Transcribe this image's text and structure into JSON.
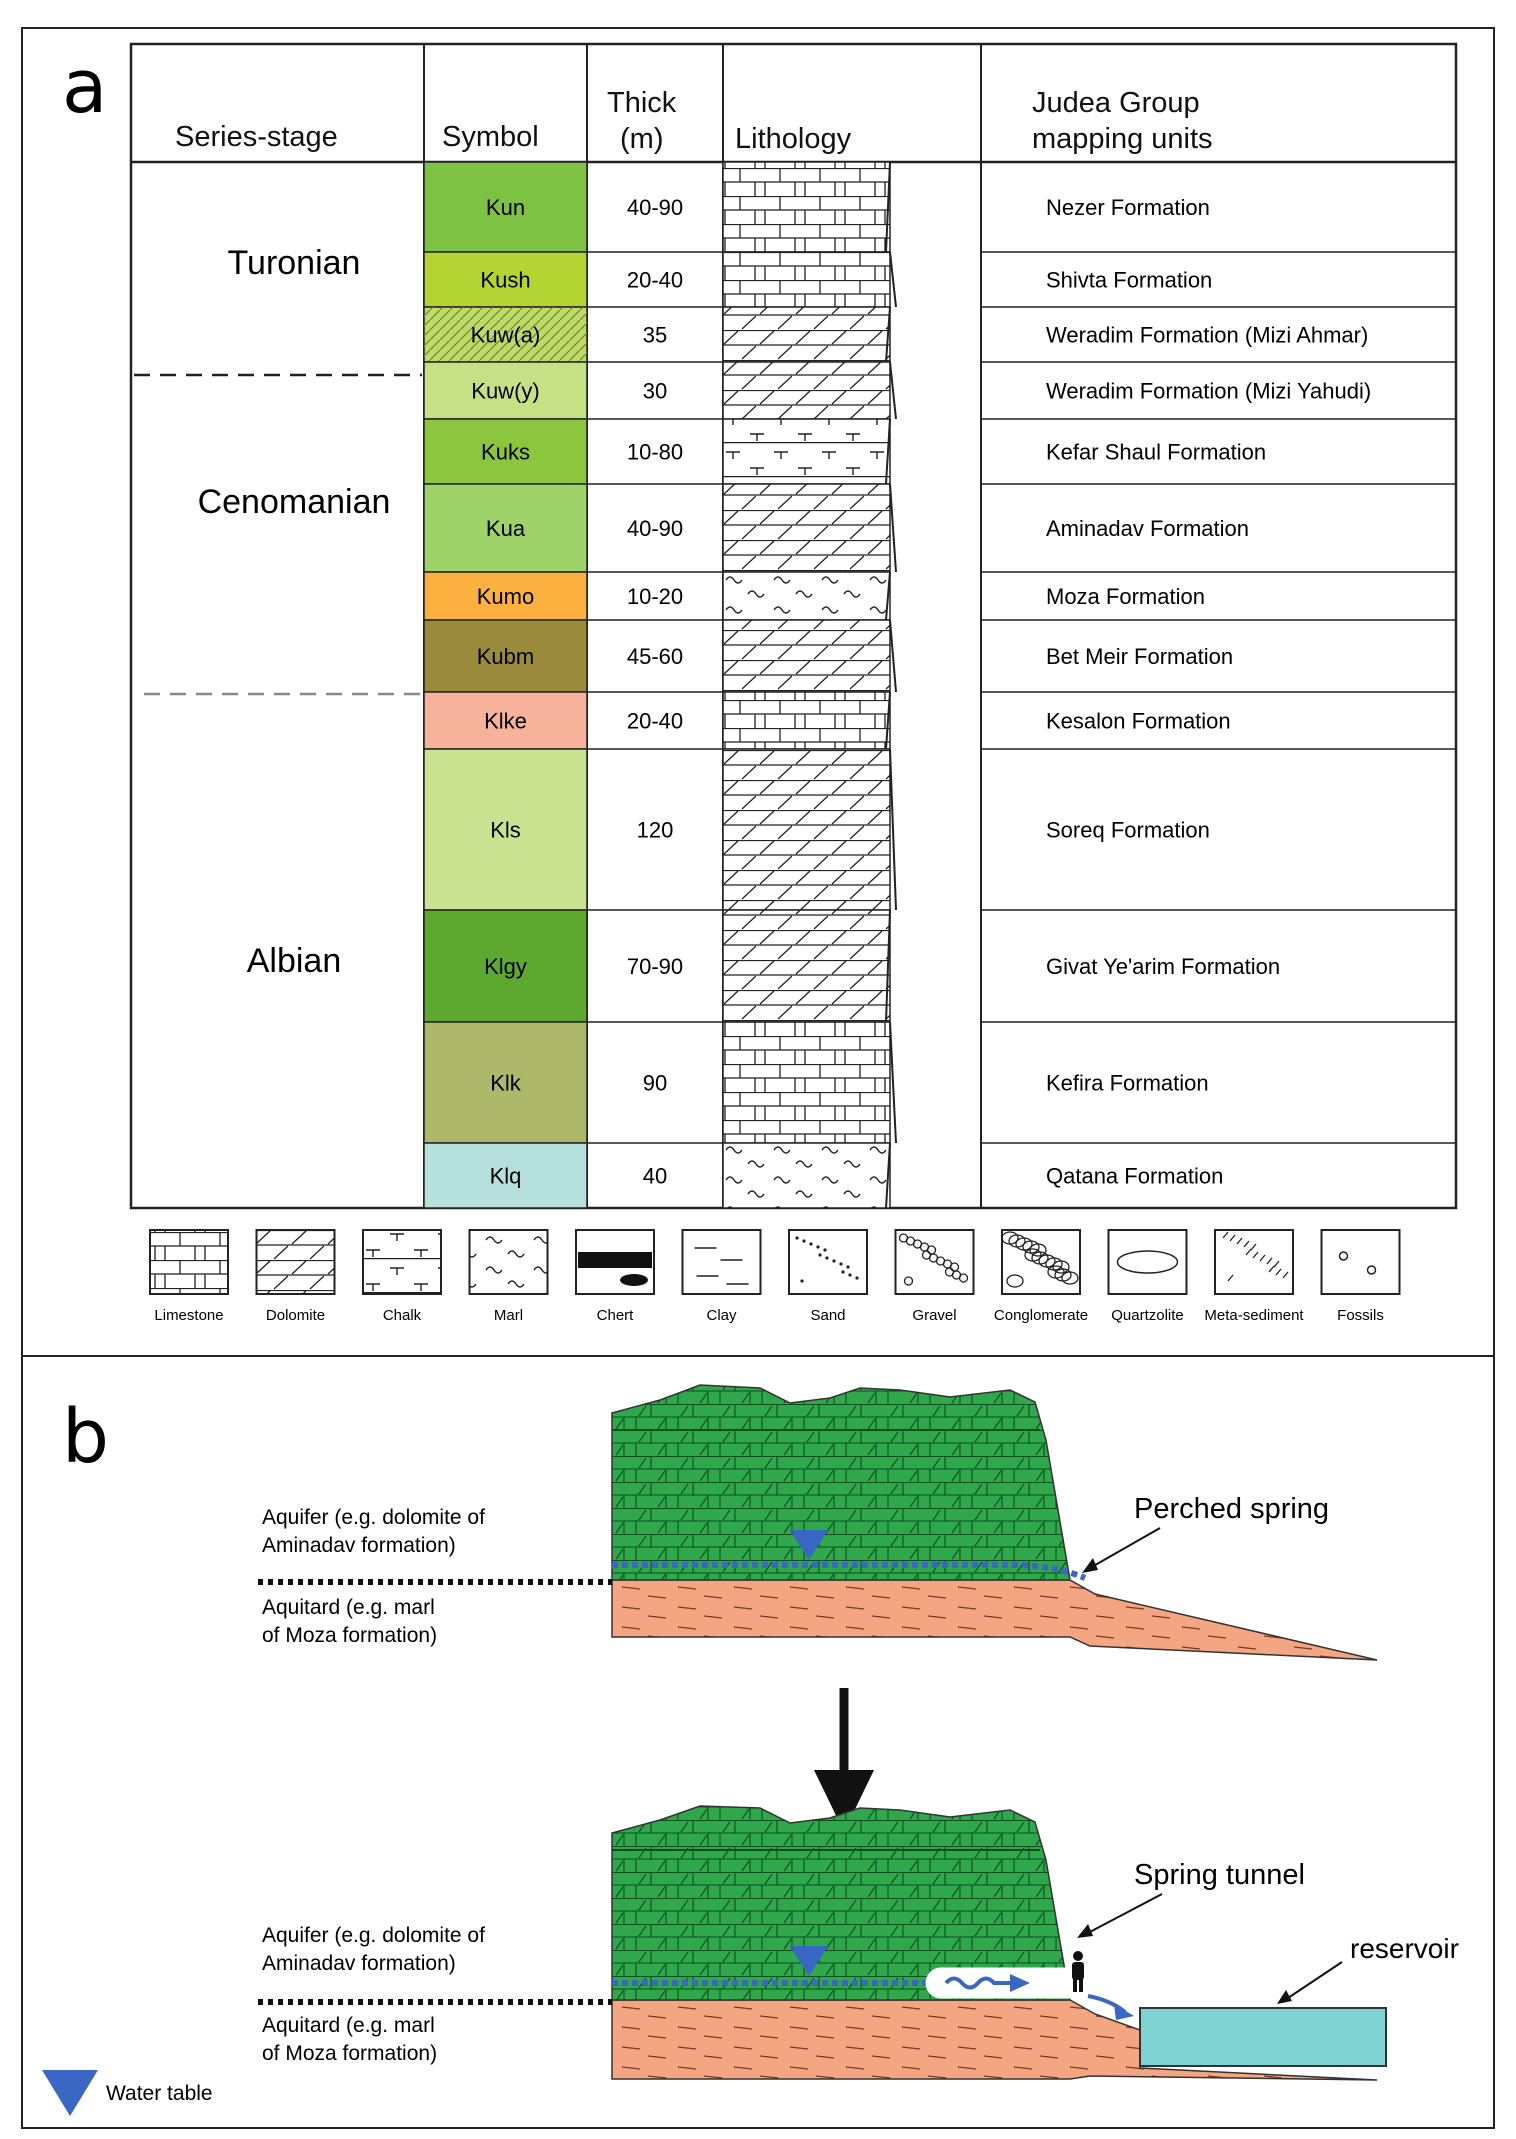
{
  "panel_a": {
    "letter": "a",
    "headers": {
      "series_stage": "Series-stage",
      "symbol": "Symbol",
      "thick_1": "Thick",
      "thick_2": "(m)",
      "lithology": "Lithology",
      "units_1": "Judea Group",
      "units_2": "mapping units"
    },
    "stages": [
      "Turonian",
      "Cenomanian",
      "Albian"
    ],
    "rows": [
      {
        "symbol": "Kun",
        "thick": "40-90",
        "unit": "Nezer Formation",
        "color": "#7dc242",
        "litho": "limestone"
      },
      {
        "symbol": "Kush",
        "thick": "20-40",
        "unit": "Shivta Formation",
        "color": "#b4d433",
        "litho": "limestone"
      },
      {
        "symbol": "Kuw(a)",
        "thick": "35",
        "unit": "Weradim Formation (Mizi Ahmar)",
        "color": "#bfd96b",
        "litho": "dolomite"
      },
      {
        "symbol": "Kuw(y)",
        "thick": "30",
        "unit": "Weradim Formation (Mizi Yahudi)",
        "color": "#c6e085",
        "litho": "dolomite"
      },
      {
        "symbol": "Kuks",
        "thick": "10-80",
        "unit": "Kefar Shaul Formation",
        "color": "#8cc63f",
        "litho": "chalk"
      },
      {
        "symbol": "Kua",
        "thick": "40-90",
        "unit": "Aminadav Formation",
        "color": "#9ed36a",
        "litho": "dolomite"
      },
      {
        "symbol": "Kumo",
        "thick": "10-20",
        "unit": "Moza Formation",
        "color": "#fbb040",
        "litho": "marl"
      },
      {
        "symbol": "Kubm",
        "thick": "45-60",
        "unit": "Bet Meir Formation",
        "color": "#998b3b",
        "litho": "dolomite"
      },
      {
        "symbol": "Klke",
        "thick": "20-40",
        "unit": "Kesalon  Formation",
        "color": "#f6b29a",
        "litho": "limestone"
      },
      {
        "symbol": "Kls",
        "thick": "120",
        "unit": "Soreq Formation",
        "color": "#c8e28f",
        "litho": "dolomite"
      },
      {
        "symbol": "Klgy",
        "thick": "70-90",
        "unit": "Givat Ye'arim Formation",
        "color": "#5da930",
        "litho": "dolomite"
      },
      {
        "symbol": "Klk",
        "thick": "90",
        "unit": "Kefira Formation",
        "color": "#adb86a",
        "litho": "limestone"
      },
      {
        "symbol": "Klq",
        "thick": "40",
        "unit": "Qatana Formation",
        "color": "#b5e0dc",
        "litho": "marl"
      }
    ],
    "legend": [
      "Limestone",
      "Dolomite",
      "Chalk",
      "Marl",
      "Chert",
      "Clay",
      "Sand",
      "Gravel",
      "Conglomerate",
      "Quartzolite",
      "Meta-sediment",
      "Fossils"
    ]
  },
  "panel_b": {
    "letter": "b",
    "top": {
      "aquifer_1": "Aquifer (e.g. dolomite of",
      "aquifer_2": "Aminadav formation)",
      "aquitard_1": "Aquitard (e.g. marl",
      "aquitard_2": "of Moza formation)",
      "callout": "Perched spring"
    },
    "bottom": {
      "aquifer_1": "Aquifer (e.g. dolomite of",
      "aquifer_2": "Aminadav formation)",
      "aquitard_1": "Aquitard (e.g. marl",
      "aquitard_2": "of Moza formation)",
      "callout": "Spring tunnel",
      "reservoir": "reservoir"
    },
    "legend_label": "Water table"
  },
  "colors": {
    "aquifer_green": "#2ea84a",
    "aquitard_orange": "#f4a582",
    "water_blue": "#3a66c4",
    "reservoir_cyan": "#7fd3d3"
  }
}
